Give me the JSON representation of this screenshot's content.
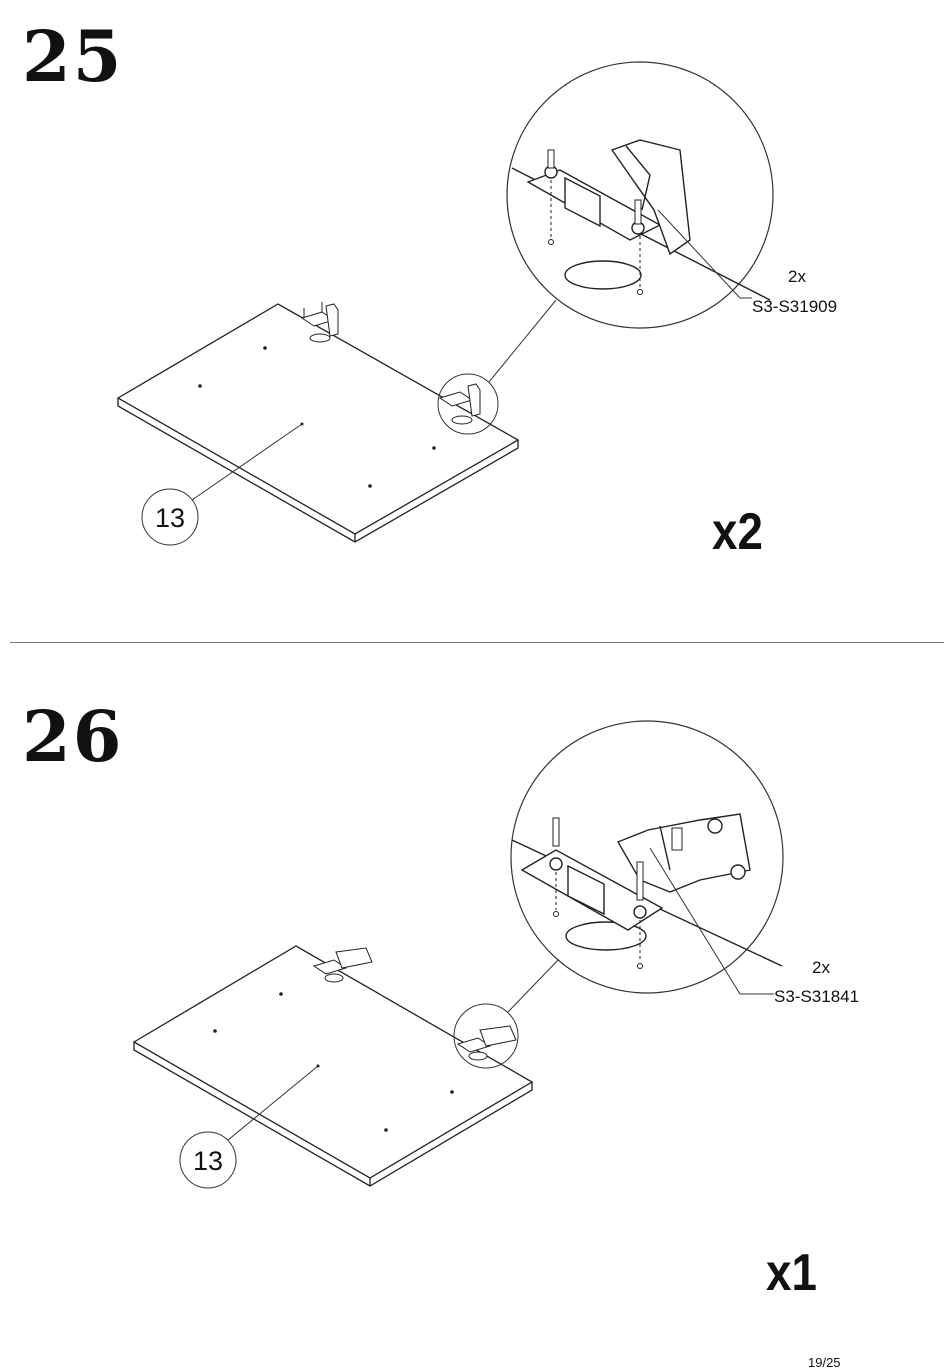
{
  "steps": [
    {
      "number": "25",
      "part_label": "13",
      "hardware_count": "2x",
      "hardware_code": "S3-S31909",
      "multiplier": "x2"
    },
    {
      "number": "26",
      "part_label": "13",
      "hardware_count": "2x",
      "hardware_code": "S3-S31841",
      "multiplier": "x1"
    }
  ],
  "page": {
    "number": "19/25"
  }
}
